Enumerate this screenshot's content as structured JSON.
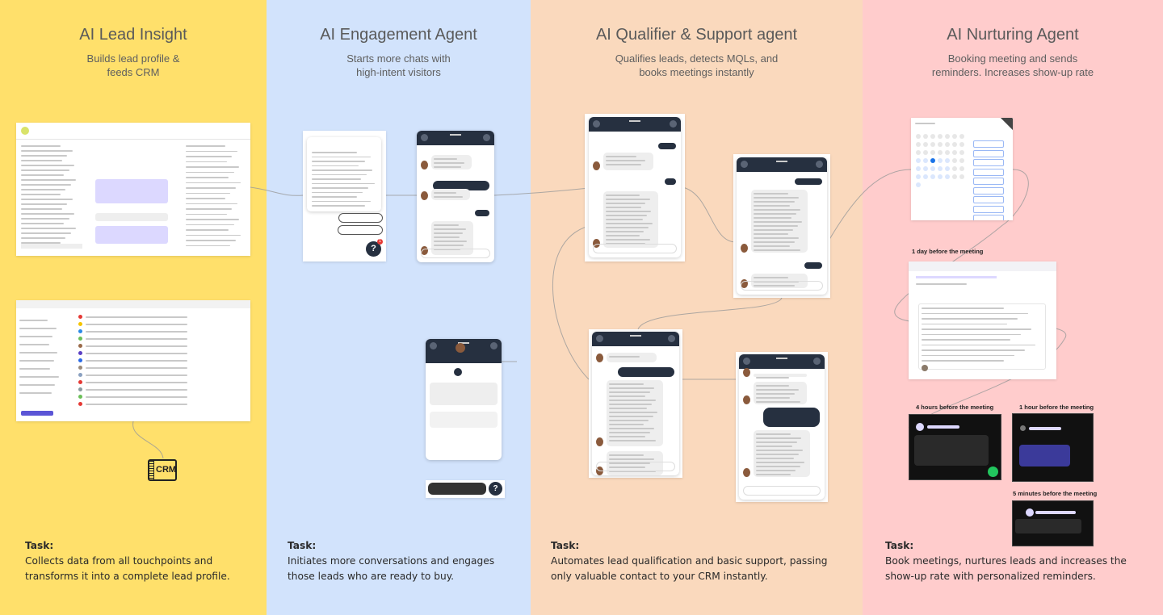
{
  "columns": [
    {
      "title": "AI Lead Insight",
      "subtitle": "Builds lead profile &\nfeeds CRM",
      "task_label": "Task:",
      "task": "Collects data from all touchpoints and\ntransforms it into a complete lead profile.",
      "color": "#FFE06B"
    },
    {
      "title": "AI Engagement Agent",
      "subtitle": "Starts more chats with\nhigh-intent visitors",
      "task_label": "Task:",
      "task": "Initiates more conversations and engages\nthose leads who are ready to buy.",
      "color": "#D2E3FC"
    },
    {
      "title": "AI Qualifier & Support agent",
      "subtitle": "Qualifies leads, detects MQLs, and\nbooks meetings instantly",
      "task_label": "Task:",
      "task": "Automates lead qualification and basic support, passing\nonly valuable contact to your CRM instantly.",
      "color": "#FAD9BD"
    },
    {
      "title": "AI Nurturing Agent",
      "subtitle": "Booking meeting and sends\nreminders. Increases show-up rate",
      "task_label": "Task:",
      "task": "Book meetings, nurtures leads and increases the\nshow-up rate with personalized reminders.",
      "color": "#FFCCCC"
    }
  ],
  "crm_icon": {
    "label": "CRM"
  },
  "nurturing": {
    "reminder_1day": "1 day before the meeting",
    "reminder_4h": "4 hours before the meeting",
    "reminder_1h": "1 hour before the meeting",
    "reminder_5m": "5 minutes before the meeting"
  },
  "engagement": {
    "help_glyph": "?",
    "badge": "1"
  },
  "accent": "#263040"
}
